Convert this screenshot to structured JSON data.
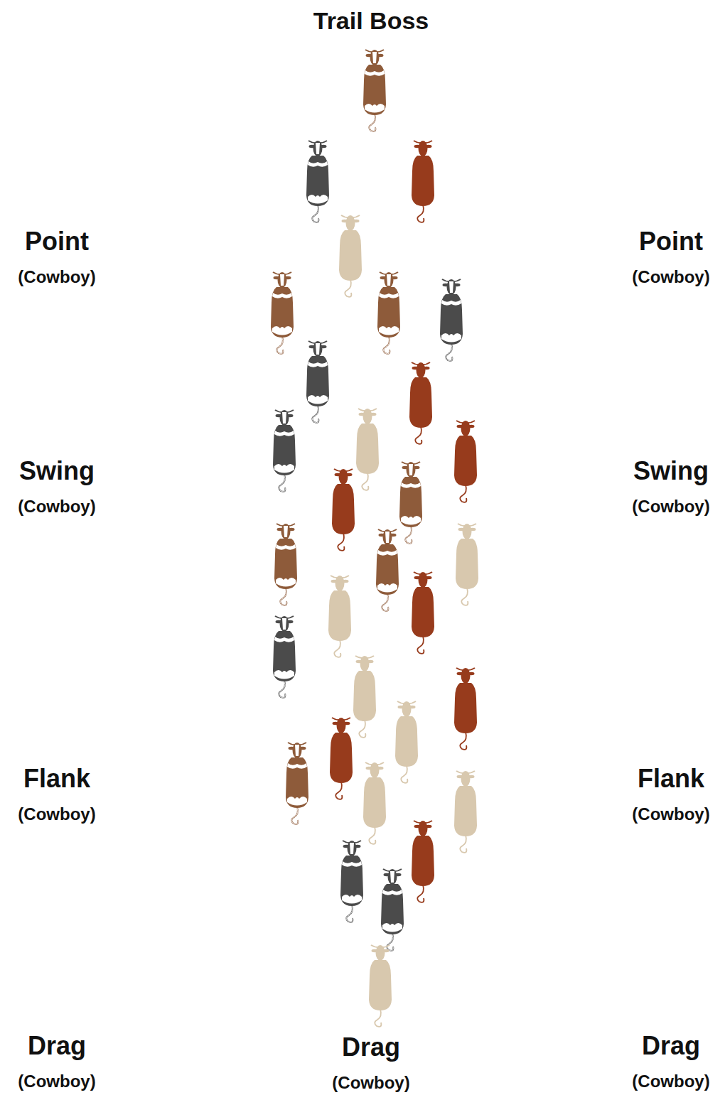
{
  "diagram": {
    "labels": [
      "Trail Boss",
      "Point",
      "(Cowboy)",
      "Point",
      "(Cowboy)",
      "Swing",
      "(Cowboy)",
      "Swing",
      "(Cowboy)",
      "Flank",
      "(Cowboy)",
      "Flank",
      "(Cowboy)",
      "Drag",
      "(Cowboy)",
      "Drag",
      "(Cowboy)",
      "Drag",
      "(Cowboy)"
    ]
  }
}
